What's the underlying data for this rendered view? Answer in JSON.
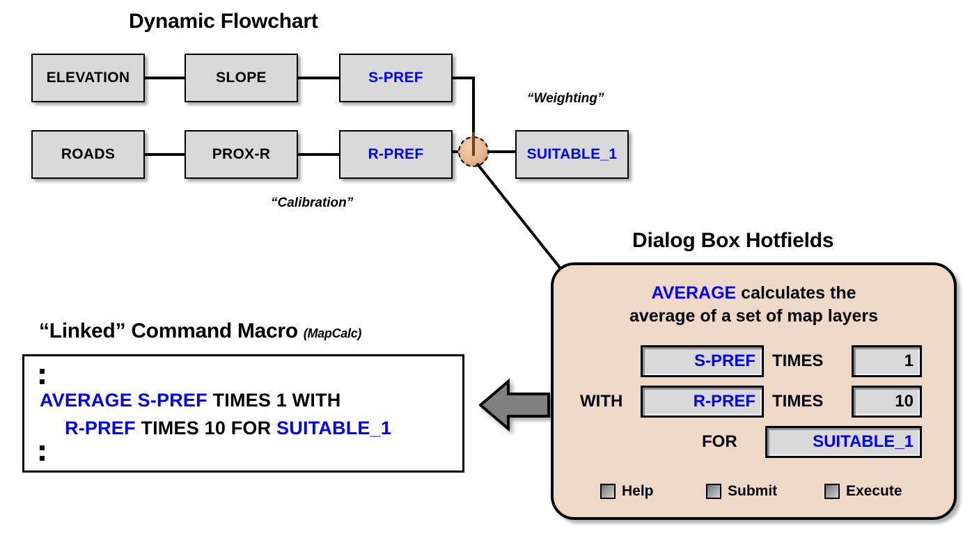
{
  "headings": {
    "flowchart": "Dynamic Flowchart",
    "dialog": "Dialog Box Hotfields",
    "macro": "“Linked” Command Macro",
    "macro_note": "(MapCalc)"
  },
  "flowchart": {
    "row1": [
      {
        "label": "ELEVATION",
        "color": "#000000"
      },
      {
        "label": "SLOPE",
        "color": "#000000"
      },
      {
        "label": "S-PREF",
        "color": "#0000ff"
      }
    ],
    "row2": [
      {
        "label": "ROADS",
        "color": "#000000"
      },
      {
        "label": "PROX-R",
        "color": "#000000"
      },
      {
        "label": "R-PREF",
        "color": "#0000ff"
      }
    ],
    "output": {
      "label": "SUITABLE_1",
      "color": "#0000ff"
    },
    "annotations": {
      "weighting": "“Weighting”",
      "calibration": "“Calibration”"
    },
    "node_icon": "junction-node-icon"
  },
  "macro": {
    "line1": {
      "kw": "AVERAGE ",
      "map": "S-PREF",
      "rest": " TIMES 1 WITH"
    },
    "line2": {
      "map": "R-PREF",
      "mid": " TIMES 10 FOR ",
      "out": "SUITABLE_1"
    },
    "ellipsis_icon": "vertical-ellipsis-icon",
    "arrow_icon": "left-arrow-icon"
  },
  "dialog": {
    "description": {
      "keyword": "AVERAGE",
      "rest_line1": " calculates the",
      "line2": "average of a set of map layers"
    },
    "rows": [
      {
        "prefix": "",
        "map_field": "S-PREF",
        "operator": "TIMES",
        "weight_field": "1"
      },
      {
        "prefix": "WITH",
        "map_field": "R-PREF",
        "operator": "TIMES",
        "weight_field": "10"
      }
    ],
    "for_label": "FOR",
    "output_field": "SUITABLE_1",
    "buttons": [
      {
        "label": "Help",
        "icon": "checkbox-icon"
      },
      {
        "label": "Submit",
        "icon": "checkbox-icon"
      },
      {
        "label": "Execute",
        "icon": "checkbox-icon"
      }
    ]
  },
  "colors": {
    "map_layer_blue": "#0000ff",
    "box_gray": "#d9d9d9",
    "dialog_tan": "#eed9c9",
    "node_tan": "#e8b78c",
    "arrow_gray": "#808080"
  }
}
